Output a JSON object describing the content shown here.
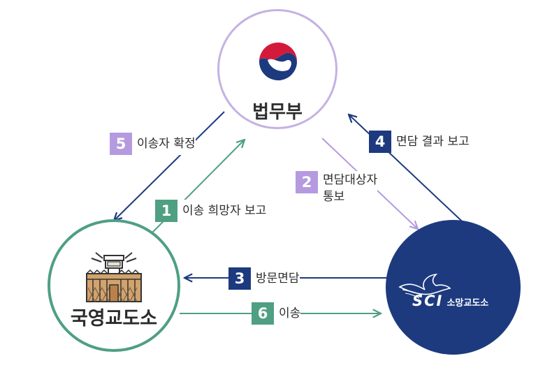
{
  "nodes": {
    "ministry": {
      "label": "법무부",
      "ring_color": "#c5b2e2",
      "emblem_icon": "taegeuk-emblem-icon"
    },
    "national_prison": {
      "label": "국영교도소",
      "ring_color": "#4f9f83",
      "icon": "prison-watchtower-icon"
    },
    "private_prison": {
      "code": "SCI",
      "name": "소망교도소",
      "fill_color": "#1d3a7f",
      "icon": "dove-icon"
    }
  },
  "steps": [
    {
      "number": "1",
      "label": "이송 희망자 보고",
      "color": "#4f9f83"
    },
    {
      "number": "2",
      "label": "면담대상자\n통보",
      "color": "#b69ae0"
    },
    {
      "number": "3",
      "label": "방문면담",
      "color": "#1d3a7f"
    },
    {
      "number": "4",
      "label": "면담 결과 보고",
      "color": "#1d3a7f"
    },
    {
      "number": "5",
      "label": "이송자 확정",
      "color": "#b69ae0"
    },
    {
      "number": "6",
      "label": "이송",
      "color": "#4f9f83"
    }
  ]
}
